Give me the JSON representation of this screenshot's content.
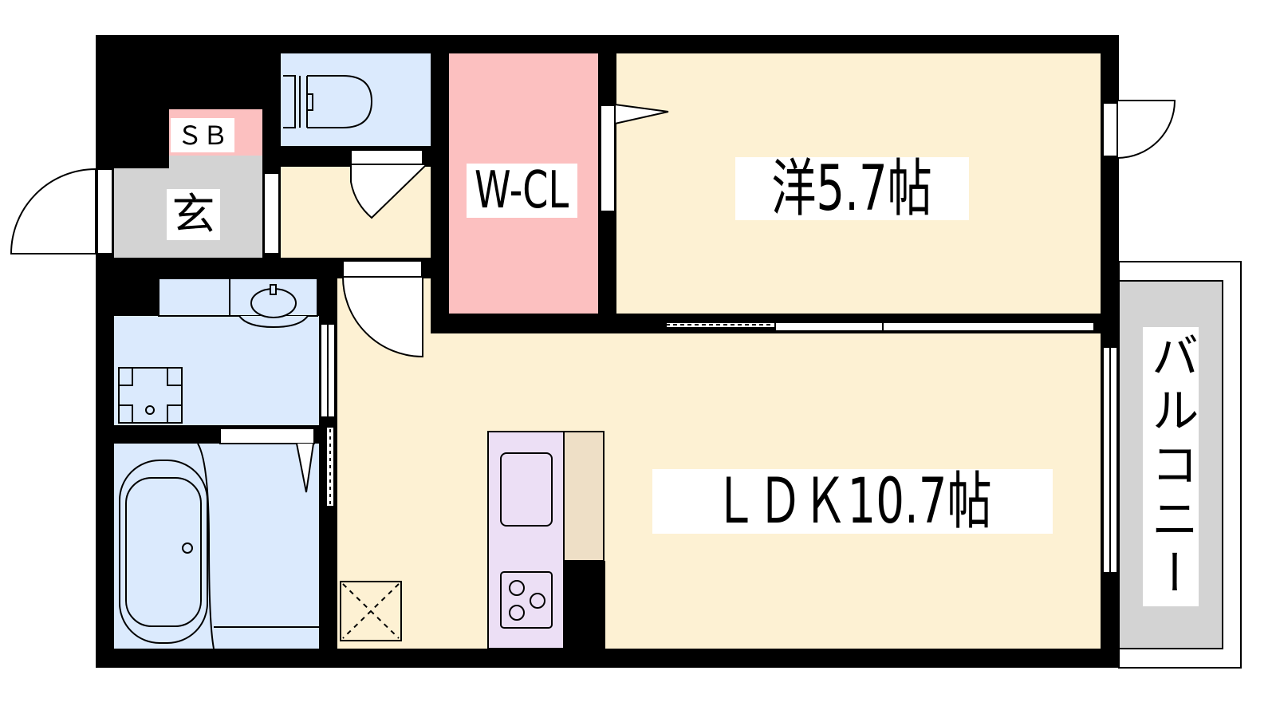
{
  "floorplan": {
    "rooms": {
      "shoe_box": {
        "label": "ＳＢ"
      },
      "entrance": {
        "label": "玄"
      },
      "walk_in_closet": {
        "label": "W-CL"
      },
      "western_room": {
        "label": "洋5.7帖"
      },
      "ldk": {
        "label": "ＬＤＫ10.7帖"
      },
      "balcony": {
        "label": "バルコニー",
        "chars": [
          "バ",
          "ル",
          "コ",
          "ニ",
          "ー"
        ]
      }
    },
    "colors": {
      "wall": "#000000",
      "living": "#fdf1d3",
      "wet_area": "#dbeafd",
      "closet": "#fcc0c0",
      "entrance": "#d3d3d3",
      "kitchen": "#ecdff5",
      "counter": "#eedfc6",
      "balcony": "#d3d3d3"
    }
  }
}
